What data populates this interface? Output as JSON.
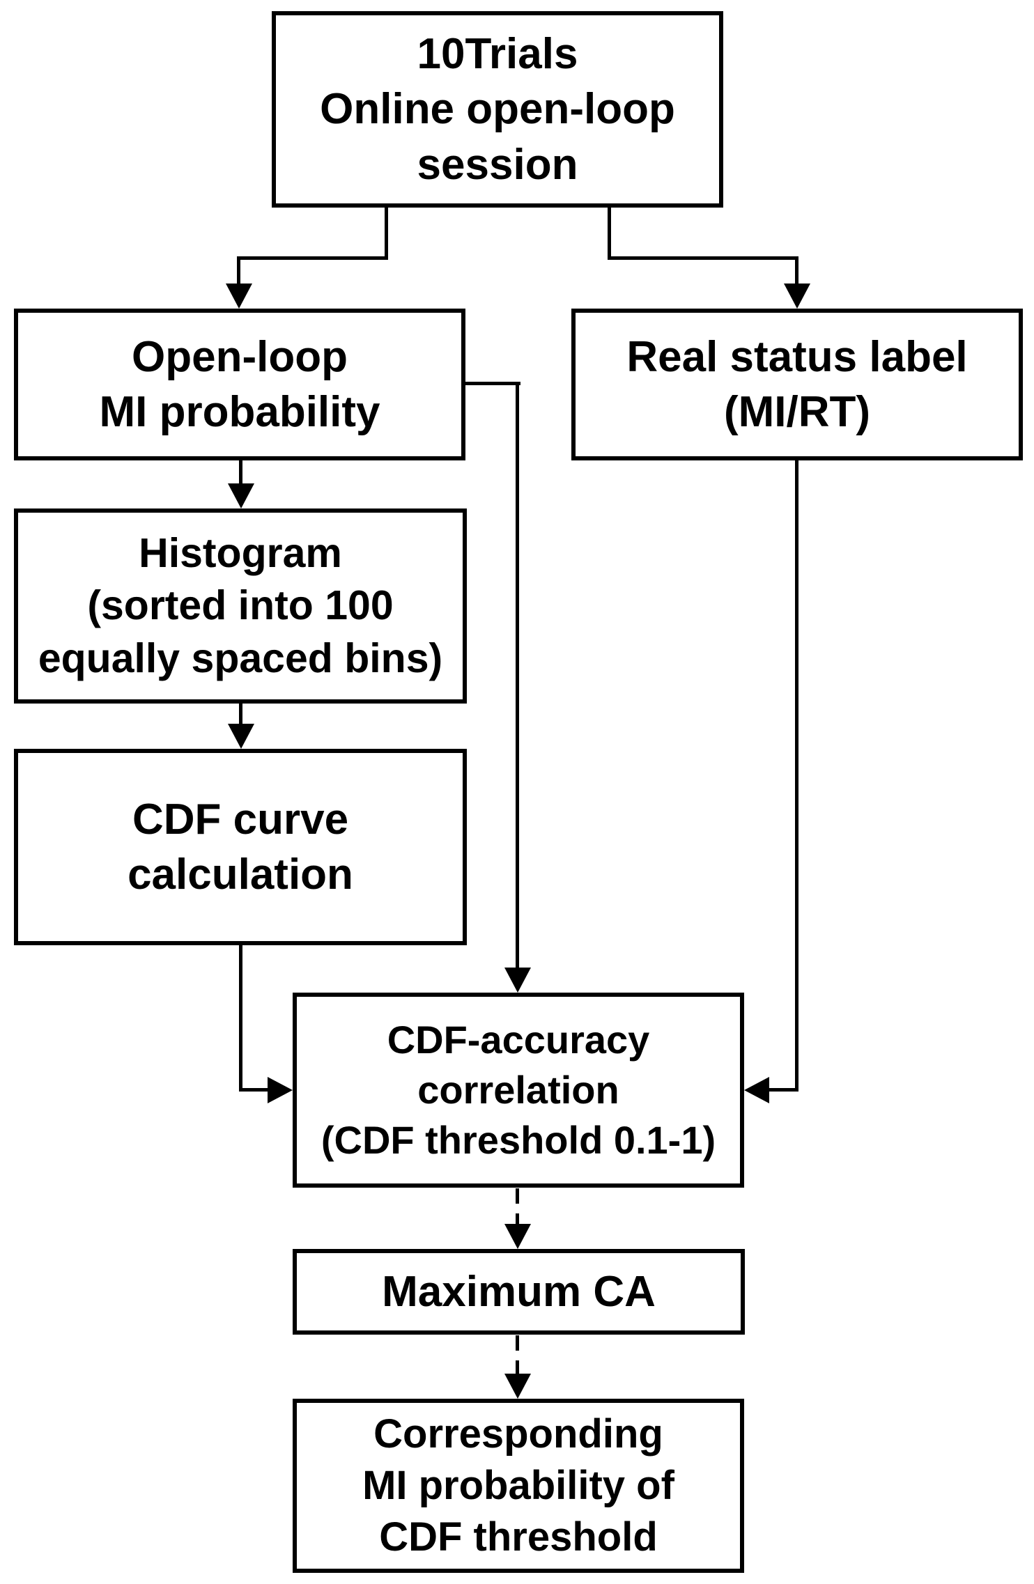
{
  "figure": {
    "type": "flowchart",
    "background_color": "#ffffff",
    "line_color": "#000000",
    "text_color": "#000000",
    "nodes": {
      "trials": {
        "label": "10Trials\nOnline open-loop\nsession"
      },
      "openloop": {
        "label": "Open-loop\nMI probability"
      },
      "realstatus": {
        "label": "Real status label\n(MI/RT)"
      },
      "histogram": {
        "label": "Histogram\n(sorted into 100\nequally spaced bins)"
      },
      "cdfcurve": {
        "label": "CDF curve\ncalculation"
      },
      "cdfacc": {
        "label": "CDF-accuracy\ncorrelation\n(CDF threshold 0.1-1)"
      },
      "maxca": {
        "label": "Maximum CA"
      },
      "corresponding": {
        "label": "Corresponding\nMI probability of\nCDF threshold"
      }
    },
    "edges": [
      {
        "from": "trials",
        "to": "openloop",
        "style": "solid",
        "arrow": "down"
      },
      {
        "from": "trials",
        "to": "realstatus",
        "style": "solid",
        "arrow": "down"
      },
      {
        "from": "openloop",
        "to": "histogram",
        "style": "solid",
        "arrow": "down"
      },
      {
        "from": "openloop",
        "to": "cdfacc",
        "style": "solid",
        "arrow": "down"
      },
      {
        "from": "histogram",
        "to": "cdfcurve",
        "style": "solid",
        "arrow": "down"
      },
      {
        "from": "cdfcurve",
        "to": "cdfacc",
        "style": "solid",
        "arrow": "right"
      },
      {
        "from": "realstatus",
        "to": "cdfacc",
        "style": "solid",
        "arrow": "left"
      },
      {
        "from": "cdfacc",
        "to": "maxca",
        "style": "dashed",
        "arrow": "down"
      },
      {
        "from": "maxca",
        "to": "corresponding",
        "style": "dashed",
        "arrow": "down"
      }
    ]
  }
}
